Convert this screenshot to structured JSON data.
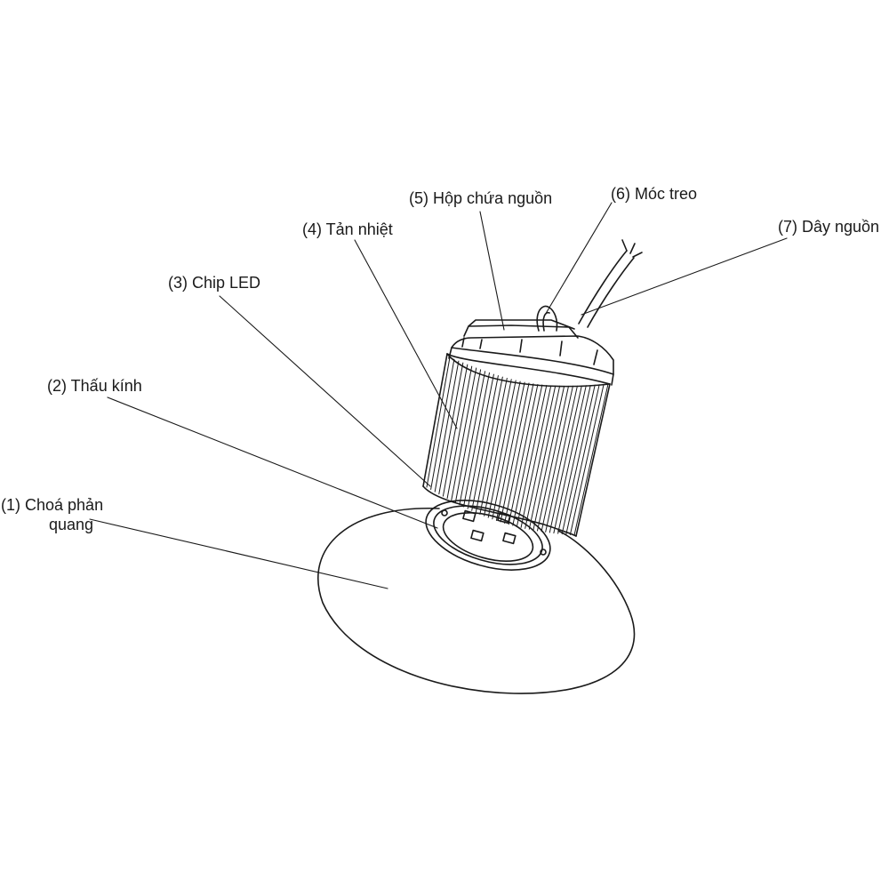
{
  "colors": {
    "ink": "#1a1a1a",
    "background": "#ffffff"
  },
  "callouts": [
    {
      "id": "1",
      "lines": [
        "(1) Choá phản",
        "quang"
      ]
    },
    {
      "id": "2",
      "lines": [
        "(2) Thấu kính"
      ]
    },
    {
      "id": "3",
      "lines": [
        "(3) Chip LED"
      ]
    },
    {
      "id": "4",
      "lines": [
        "(4) Tản nhiệt"
      ]
    },
    {
      "id": "5",
      "lines": [
        "(5) Hộp chứa nguồn"
      ]
    },
    {
      "id": "6",
      "lines": [
        "(6) Móc treo"
      ]
    },
    {
      "id": "7",
      "lines": [
        "(7) Dây nguồn"
      ]
    }
  ]
}
